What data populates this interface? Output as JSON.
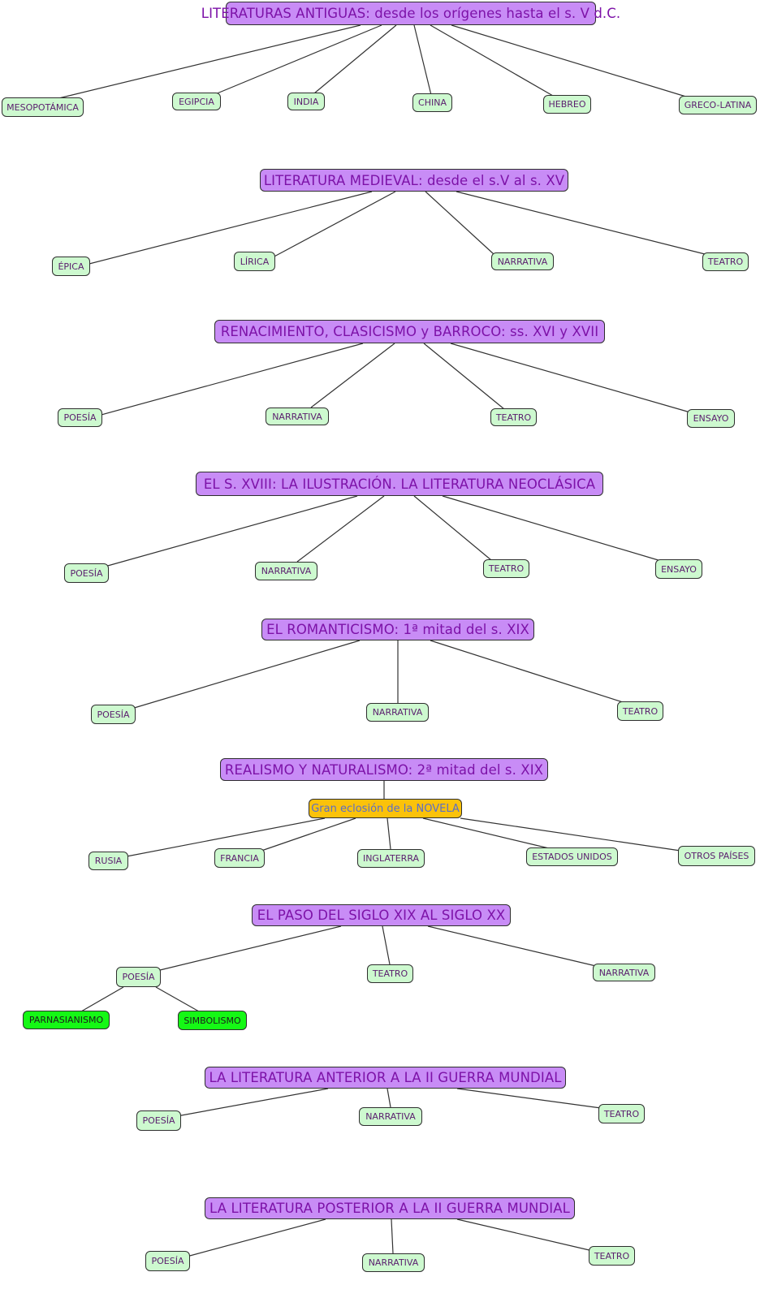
{
  "colors": {
    "title_fill": "#c88cf6",
    "title_text": "#7d12a8",
    "leaf_fill": "#cdf9cf",
    "leaf_text": "#5a1d6e",
    "hub_fill": "#fbc20a",
    "hub_text": "#5a6ec8",
    "sub_fill": "#15f815",
    "line": "#333333"
  },
  "map": {
    "antiguas": {
      "title": "LITERATURAS ANTIGUAS: desde los orígenes hasta el s. V d.C.",
      "children": [
        "MESOPOTÁMICA",
        "EGIPCIA",
        "INDIA",
        "CHINA",
        "HEBREO",
        "GRECO-LATINA"
      ]
    },
    "medieval": {
      "title": "LITERATURA MEDIEVAL: desde el s.V al s. XV",
      "children": [
        "ÉPICA",
        "LÍRICA",
        "NARRATIVA",
        "TEATRO"
      ]
    },
    "renacimiento": {
      "title": "RENACIMIENTO, CLASICISMO y BARROCO: ss. XVI y XVII",
      "children": [
        "POESÍA",
        "NARRATIVA",
        "TEATRO",
        "ENSAYO"
      ]
    },
    "ilustracion": {
      "title": "EL S. XVIII: LA ILUSTRACIÓN. LA LITERATURA NEOCLÁSICA",
      "children": [
        "POESÍA",
        "NARRATIVA",
        "TEATRO",
        "ENSAYO"
      ]
    },
    "romanticismo": {
      "title": "EL ROMANTICISMO: 1ª mitad del s. XIX",
      "children": [
        "POESÍA",
        "NARRATIVA",
        "TEATRO"
      ]
    },
    "realismo": {
      "title": "REALISMO Y NATURALISMO: 2ª mitad del s. XIX",
      "hub": "Gran eclosión de la NOVELA",
      "children": [
        "RUSIA",
        "FRANCIA",
        "INGLATERRA",
        "ESTADOS UNIDOS",
        "OTROS PAÍSES"
      ]
    },
    "paso": {
      "title": "EL PASO DEL SIGLO XIX AL SIGLO XX",
      "children": [
        "POESÍA",
        "TEATRO",
        "NARRATIVA"
      ],
      "poesia_children": [
        "PARNASIANISMO",
        "SIMBOLISMO"
      ]
    },
    "anterior": {
      "title": "LA LITERATURA ANTERIOR A LA II GUERRA MUNDIAL",
      "children": [
        "POESÍA",
        "NARRATIVA",
        "TEATRO"
      ]
    },
    "posterior": {
      "title": "LA LITERATURA POSTERIOR A LA II GUERRA MUNDIAL",
      "children": [
        "POESÍA",
        "NARRATIVA",
        "TEATRO"
      ]
    }
  }
}
